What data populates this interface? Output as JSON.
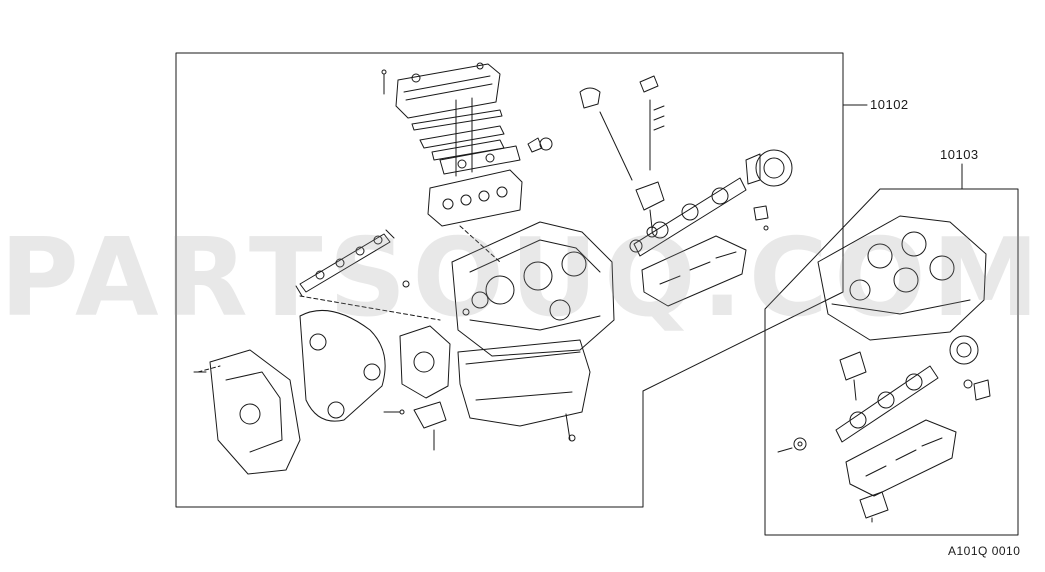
{
  "labels": {
    "assembly_full": "10102",
    "assembly_short": "10103",
    "figure_code": "A101Q 0010"
  },
  "watermark": "PARTSOUQ.COM",
  "colors": {
    "line": "#1a1a1a",
    "background": "#ffffff",
    "watermark": "#969696"
  }
}
